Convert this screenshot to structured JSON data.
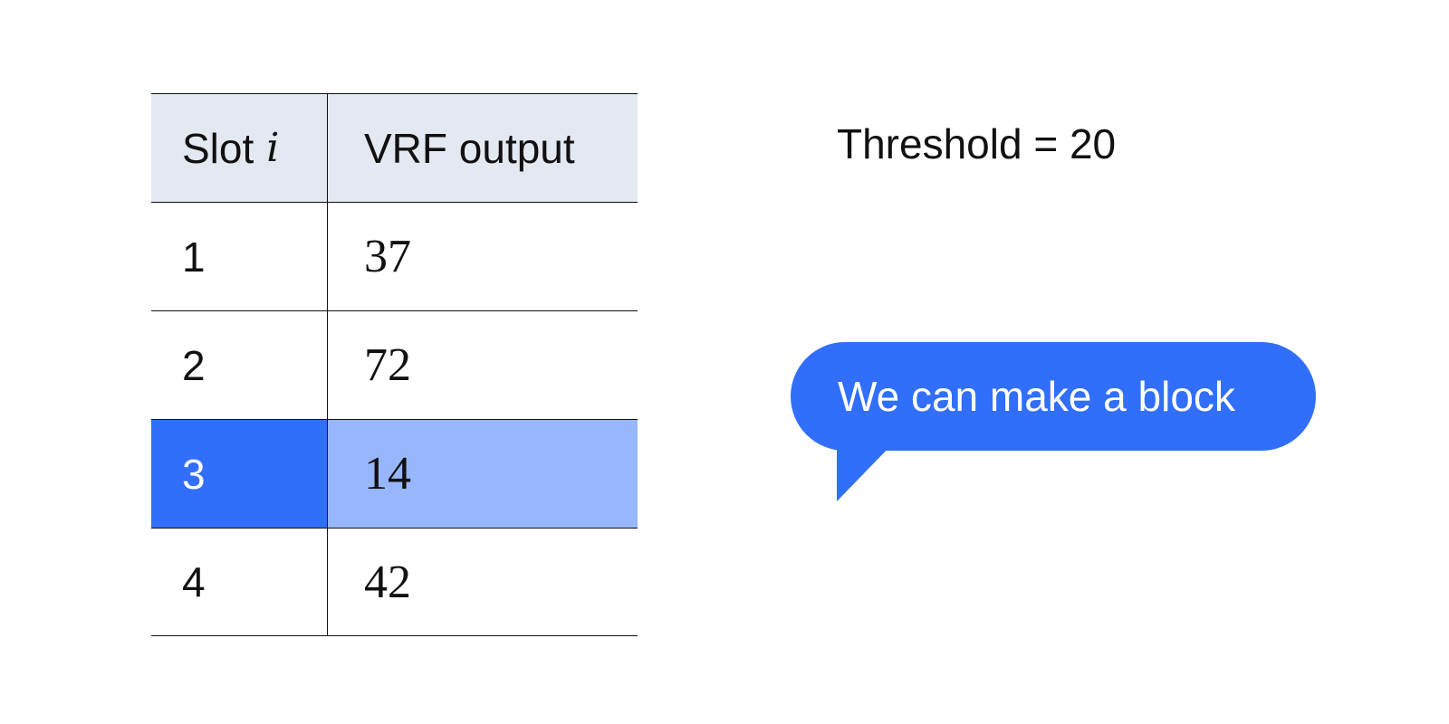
{
  "table": {
    "header": {
      "slot_label": "Slot",
      "slot_var": "i",
      "value_label": "VRF output"
    },
    "rows": [
      {
        "slot": "1",
        "value": "37",
        "highlighted": false
      },
      {
        "slot": "2",
        "value": "72",
        "highlighted": false
      },
      {
        "slot": "3",
        "value": "14",
        "highlighted": true
      },
      {
        "slot": "4",
        "value": "42",
        "highlighted": false
      }
    ]
  },
  "threshold": {
    "text": "Threshold = 20"
  },
  "bubble": {
    "text": "We can make a block"
  },
  "colors": {
    "header_bg": "#e3e8f1",
    "highlight_slot_bg": "#316ffb",
    "highlight_value_bg": "#98b6fb",
    "highlight_slot_text": "#ffffff",
    "bubble_bg": "#316ffb",
    "line": "#111111"
  }
}
